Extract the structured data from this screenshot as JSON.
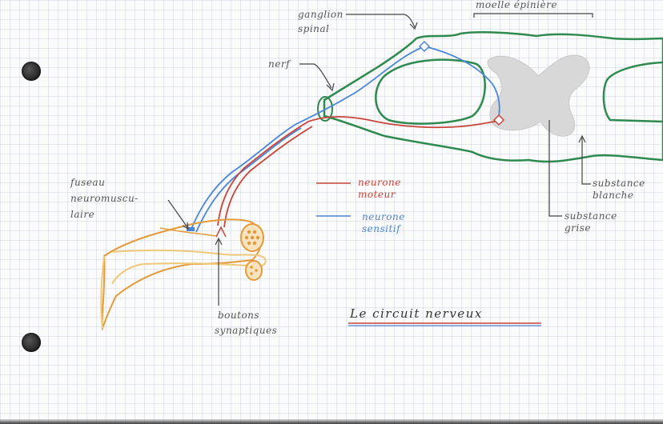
{
  "labels": {
    "moelle_epiniere": "moelle épinière",
    "ganglion": "ganglion",
    "spinal": "spinal",
    "nerf": "nerf",
    "fuseau_1": "fuseau",
    "fuseau_2": "neuromuscu-",
    "fuseau_3": "laire",
    "neurone_moteur_1": "neurone",
    "neurone_moteur_2": "moteur",
    "neurone_sensitif_1": "neurone",
    "neurone_sensitif_2": "sensitif",
    "substance_blanche_1": "substance",
    "substance_blanche_2": "blanche",
    "substance_grise_1": "substance",
    "substance_grise_2": "grise",
    "boutons_1": "boutons",
    "boutons_2": "synaptiques",
    "title": "Le circuit nerveux"
  },
  "colors": {
    "motor": "#c8453a",
    "sensory": "#4a86d6",
    "spinal_cord": "#2e8a4e",
    "muscle": "#e39a3a",
    "grey_matter": "#d8d8d8",
    "ink": "#555555"
  }
}
